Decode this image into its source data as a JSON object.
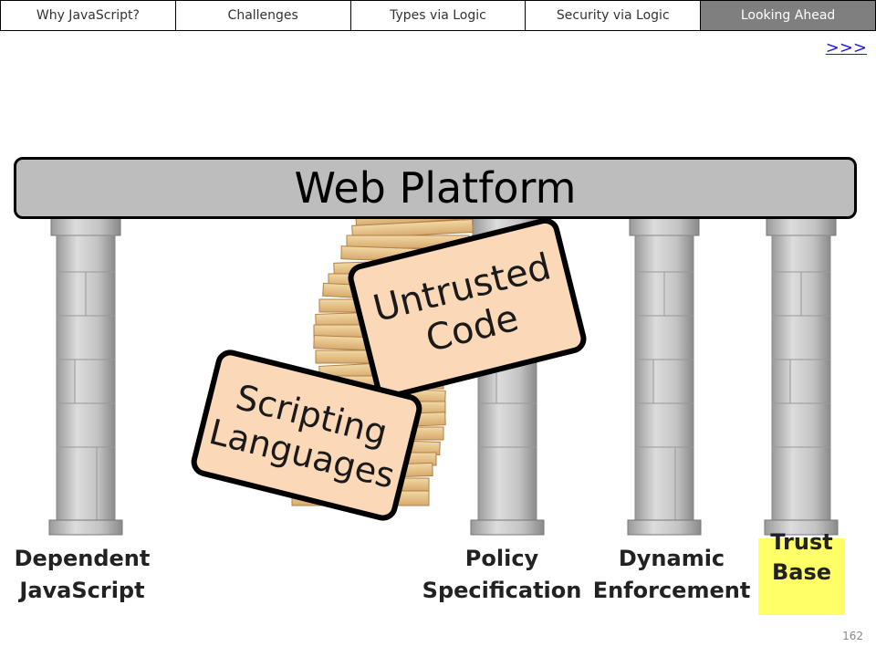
{
  "nav": {
    "tabs": [
      "Why JavaScript?",
      "Challenges",
      "Types via Logic",
      "Security via Logic",
      "Looking Ahead"
    ],
    "active_index": 4
  },
  "next_link": ">>>",
  "platform_label": "Web Platform",
  "labels": {
    "untrusted": "Untrusted Code",
    "scripting": "Scripting Languages"
  },
  "pillars": {
    "dependent": "Dependent JavaScript",
    "policy": "Policy Specification",
    "dynamic": "Dynamic Enforcement",
    "trust": "Trust Base"
  },
  "page_number": "162",
  "colors": {
    "active_tab": "#7f7f7f",
    "platform": "#bdbdbd",
    "tag": "#fbd8b8",
    "trust_highlight": "#ffff66"
  }
}
